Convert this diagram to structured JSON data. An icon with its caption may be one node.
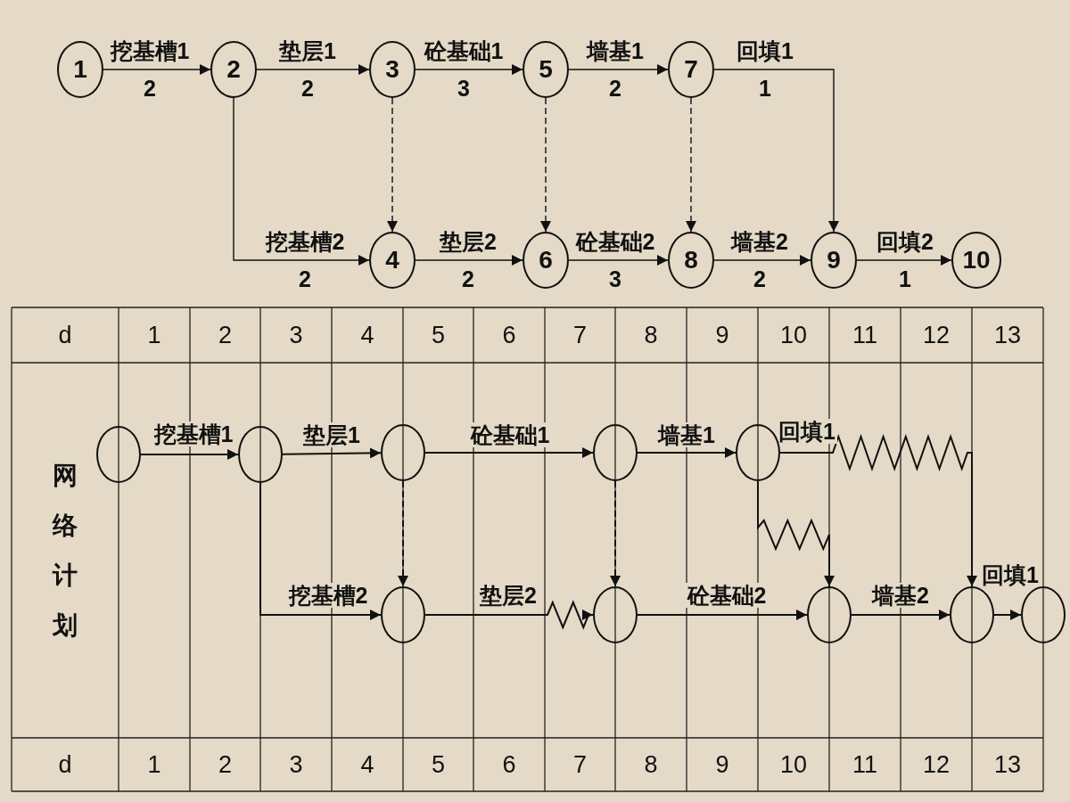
{
  "diagram": {
    "nodes": [
      {
        "text": [
          "1"
        ]
      },
      {
        "text": [
          "2"
        ]
      },
      {
        "text": [
          "3"
        ]
      },
      {
        "text": [
          "4"
        ]
      },
      {
        "text": [
          "5"
        ]
      },
      {
        "text": [
          "6"
        ]
      },
      {
        "text": [
          "7"
        ]
      },
      {
        "text": [
          "8"
        ]
      },
      {
        "text": [
          "9"
        ]
      },
      {
        "text": [
          "10"
        ]
      },
      {
        "text": [],
        "shape": "circle"
      },
      {
        "text": [],
        "shape": "circle"
      },
      {
        "text": [],
        "shape": "circle"
      },
      {
        "text": [],
        "shape": "circle"
      },
      {
        "text": [],
        "shape": "circle"
      },
      {
        "text": [],
        "shape": "circle"
      },
      {
        "text": [],
        "shape": "circle"
      },
      {
        "text": [],
        "shape": "circle"
      },
      {
        "text": [],
        "shape": "circle"
      },
      {
        "text": [],
        "shape": "circle"
      }
    ],
    "edges": [
      {
        "from": 0,
        "to": 1,
        "arrow": "to",
        "label": "挖基槽1 2"
      },
      {
        "from": 1,
        "to": 2,
        "arrow": "to",
        "label": "垫层1 2"
      },
      {
        "from": 2,
        "to": 4,
        "arrow": "to",
        "label": "砼基础1 3"
      },
      {
        "from": 4,
        "to": 6,
        "arrow": "to",
        "label": "墙基1 2"
      },
      {
        "from": 6,
        "to": 8,
        "arrow": "to",
        "label": "回填1 1"
      },
      {
        "from": 1,
        "to": 3,
        "arrow": "to",
        "label": "挖基槽2 2"
      },
      {
        "from": 3,
        "to": 5,
        "arrow": "to",
        "label": "垫层2 2"
      },
      {
        "from": 5,
        "to": 7,
        "arrow": "to",
        "label": "砼基础2 3"
      },
      {
        "from": 7,
        "to": 8,
        "arrow": "to",
        "label": "墙基2 2"
      },
      {
        "from": 8,
        "to": 9,
        "arrow": "to",
        "label": "回填2 1"
      },
      {
        "from": 2,
        "to": 3,
        "arrow": "to",
        "style": "dashed"
      },
      {
        "from": 4,
        "to": 5,
        "arrow": "to",
        "style": "dashed"
      },
      {
        "from": 6,
        "to": 7,
        "arrow": "to",
        "style": "dashed"
      },
      {
        "from": 10,
        "to": 11,
        "arrow": "to",
        "label": "挖基槽1"
      },
      {
        "from": 11,
        "to": 12,
        "arrow": "to",
        "label": "垫层1"
      },
      {
        "from": 12,
        "to": 13,
        "arrow": "to",
        "label": "砼基础1"
      },
      {
        "from": 13,
        "to": 14,
        "arrow": "to",
        "label": "墙基1"
      },
      {
        "from": 14,
        "to": 18,
        "arrow": "to",
        "label": "回填1"
      },
      {
        "from": 11,
        "to": 15,
        "arrow": "to",
        "label": "挖基槽2"
      },
      {
        "from": 12,
        "to": 15,
        "arrow": "to",
        "style": "dashed"
      },
      {
        "from": 15,
        "to": 16,
        "arrow": "to",
        "label": "垫层2"
      },
      {
        "from": 13,
        "to": 16,
        "arrow": "to",
        "style": "dashed"
      },
      {
        "from": 16,
        "to": 17,
        "arrow": "to",
        "label": "砼基础2"
      },
      {
        "from": 14,
        "to": 17,
        "arrow": "to"
      },
      {
        "from": 17,
        "to": 18,
        "arrow": "to",
        "label": "墙基2"
      },
      {
        "from": 18,
        "to": 19,
        "arrow": "to",
        "label": "回填1"
      }
    ],
    "labels": [
      "d",
      "1",
      "2",
      "3",
      "4",
      "5",
      "6",
      "7",
      "8",
      "9",
      "10",
      "11",
      "12",
      "13",
      "网络计划",
      "d",
      "1",
      "2",
      "3",
      "4",
      "5",
      "6",
      "7",
      "8",
      "9",
      "10",
      "11",
      "12",
      "13"
    ]
  }
}
